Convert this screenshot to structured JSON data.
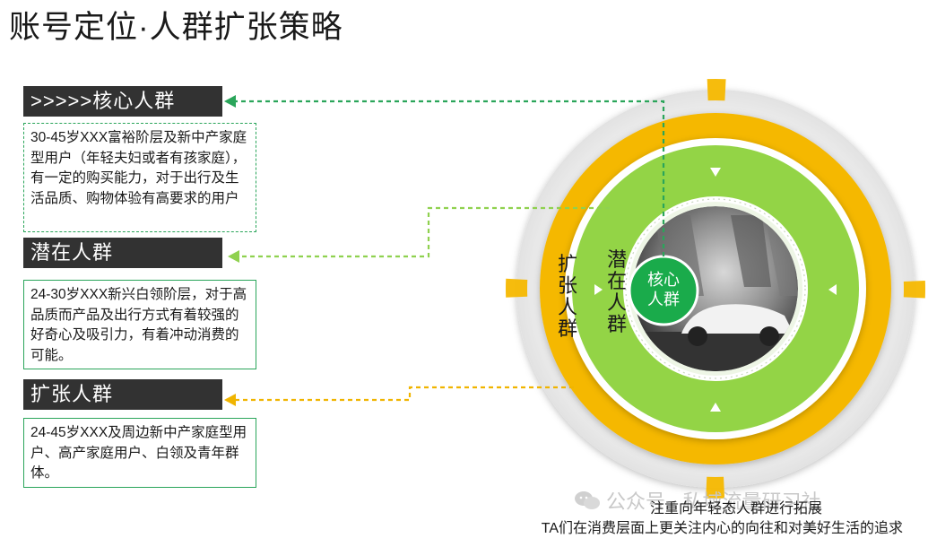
{
  "title": "账号定位·人群扩张策略",
  "groups": [
    {
      "label": ">>>>>核心人群",
      "description": "30-45岁XXX富裕阶层及新中产家庭型用户（年轻夫妇或者有孩家庭），有一定的购买能力，对于出行及生活品质、购物体验有高要求的用户",
      "color": "#2aa55a"
    },
    {
      "label": "潜在人群",
      "description": "24-30岁XXX新兴白领阶层，对于高品质而产品及出行方式有着较强的好奇心及吸引力，有着冲动消费的可能。",
      "color": "#8fd14f"
    },
    {
      "label": "扩张人群",
      "description": "24-45岁XXX及周边新中产家庭型用户、高产家庭用户、白领及青年群体。",
      "color": "#f0b400"
    }
  ],
  "rings": {
    "outer": "扩张人群",
    "middle": "潜在人群",
    "core": "核心人群"
  },
  "footer": {
    "line1": "注重向年轻态人群进行拓展",
    "line2": "TA们在消费层面上更关注内心的向往和对美好生活的追求"
  },
  "watermark": "公众号 · 私域流量研习社",
  "colors": {
    "outer_ring": "#f5b800",
    "middle_ring": "#93d446",
    "core": "#1aab4b",
    "label_bg": "#323232"
  }
}
